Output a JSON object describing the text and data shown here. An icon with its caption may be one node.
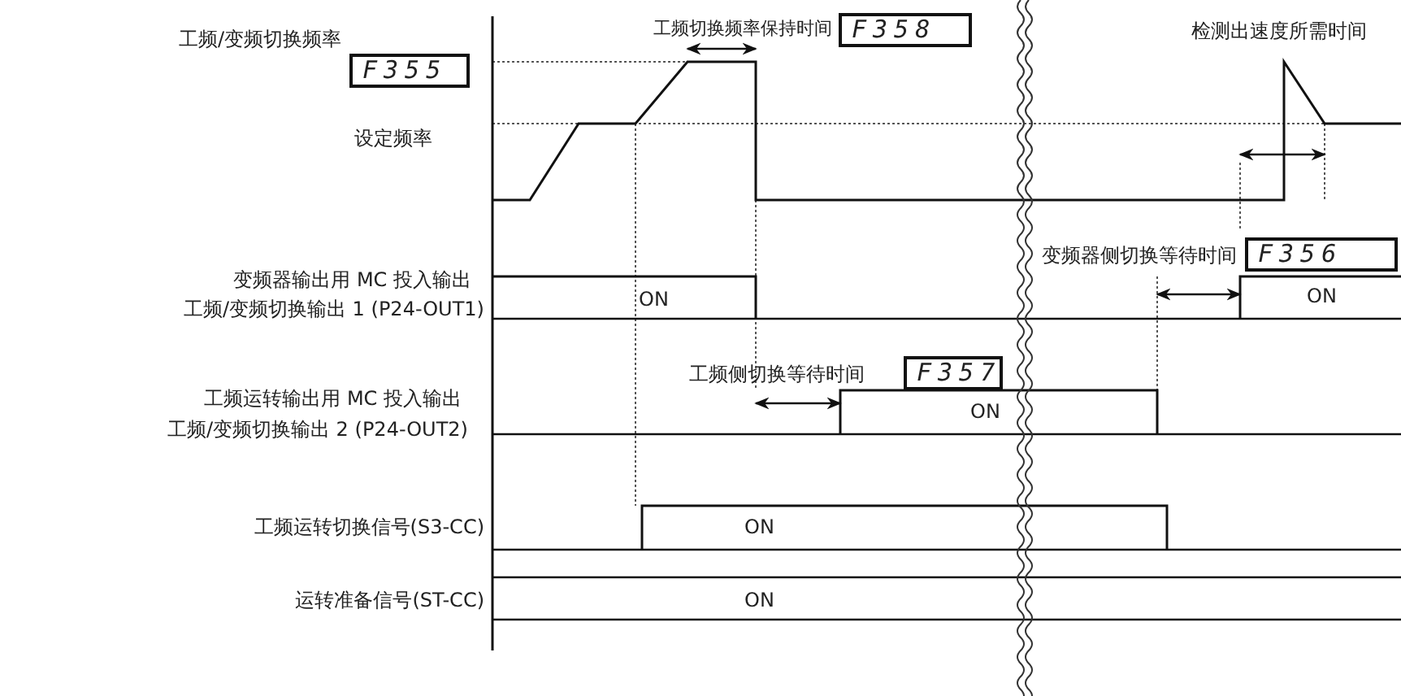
{
  "diagram": {
    "labels": [
      "工频切换频率保持时间",
      "F358",
      "检测出速度所需时间",
      "工频/变频切换频率",
      "F355",
      "设定频率",
      "变频器侧切换等待时间",
      "F356",
      "变频器输出用 MC 投入输出",
      "ON",
      "ON",
      "工频/变频切换输出 1 (P24-OUT1)",
      "工频侧切换等待时间",
      "F357",
      "工频运转输出用 MC 投入输出",
      "ON",
      "工频/变频切换输出 2 (P24-OUT2)",
      "工频运转切换信号(S3-CC)",
      "ON",
      "运转准备信号(ST-CC)",
      "ON"
    ]
  }
}
